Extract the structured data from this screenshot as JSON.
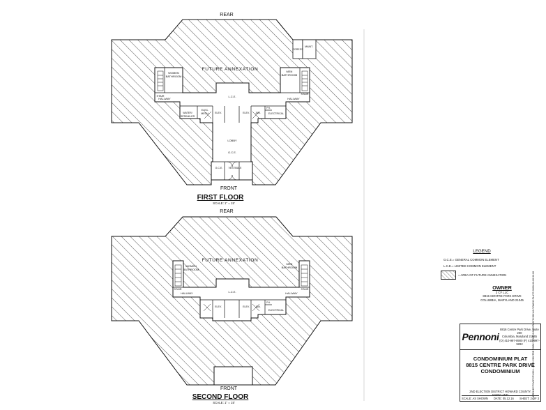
{
  "sheet_labels": {
    "rear": "REAR",
    "front": "FRONT",
    "future_annexation": "FUTURE ANNEXATION",
    "first_floor_title": "FIRST FLOOR",
    "first_floor_scale": "SCALE: 1\" = 15'",
    "second_floor_title": "SECOND FLOOR",
    "second_floor_scale": "SCALE: 1\" = 15'"
  },
  "rooms": {
    "women_bathroom_1": "WOMEN",
    "women_bathroom_2": "BATHROOM",
    "men_bathroom_1": "MEN",
    "men_bathroom_2": "BATHROOM",
    "stair": "STAIR",
    "hallway": "HALLWAY",
    "lce": "L.C.E.",
    "gce": "G.C.E.",
    "elev": "ELEV.",
    "jan": "JAN.",
    "electrical": "ELECTRICAL",
    "elec_mech_1": "ELEC.",
    "elec_mech_2": "MECH.",
    "water_sprinkler_1": "WATER/",
    "water_sprinkler_2": "SPRINKLER",
    "lobby": "LOBBY",
    "vestibule": "VESTIBULE",
    "egress": "EGRESS",
    "maint": "MAINT.",
    "fh": "FH."
  },
  "legend": {
    "heading": "LEGEND",
    "gce": "G.C.E.= GENERAL COMMON ELEMENT",
    "lce": "L.C.E.= LIMITED COMMON ELEMENT",
    "annex": "= AREA OF FUTURE ANNEXATION"
  },
  "owner": {
    "heading": "OWNER",
    "line1": "3 CF LLC",
    "line2": "8815 CENTRE PARK DRIVE",
    "line3": "COLUMBIA, MARYLAND 21045"
  },
  "title_block": {
    "logo": "Pennoni",
    "address1": "8816 Centre Park Drive, Suite 200",
    "address2": "Columbia, Maryland 21045",
    "phone": "(O) 410-997-8900  (F) 410-997-9282",
    "title1": "CONDOMINIUM PLAT",
    "title2": "8815 CENTRE PARK DRIVE",
    "title3": "CONDOMINIUM",
    "district": "2ND ELECTION DISTRICT HOWARD COUNTY, MARYLAND",
    "scale": "SCALE: AS SHOWN",
    "date": "DATE: 05.12.16",
    "sheet": "SHEET: 2 OF 3"
  },
  "stamp": "P:\\PROJECTS\\CFCP\\1501 - 8815 CENTRE PARK DRIVE\\CADD\\PLATS\\1501-8 CONDO PLATS  0000-00-00 00:00"
}
